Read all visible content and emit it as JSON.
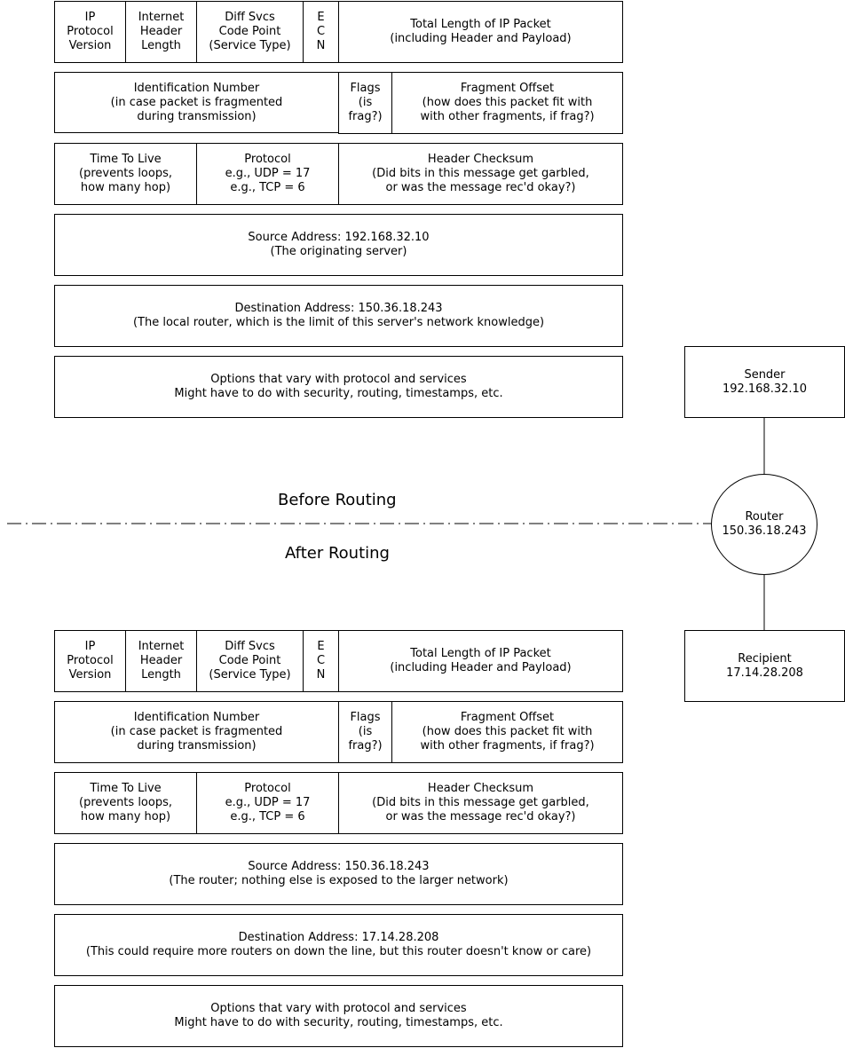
{
  "before_label": "Before Routing",
  "after_label": "After Routing",
  "network": {
    "sender": "Sender\n192.168.32.10",
    "router": "Router\n150.36.18.243",
    "recipient": "Recipient\n17.14.28.208"
  },
  "packet_before": {
    "version": "IP\nProtocol\nVersion",
    "ihl": "Internet\nHeader\nLength",
    "dscp": "Diff Svcs\nCode Point\n(Service Type)",
    "ecn": "E\nC\nN",
    "total_length": "Total Length of IP Packet\n(including Header and Payload)",
    "identification": "Identification Number\n(in case packet is fragmented\nduring transmission)",
    "flags": "Flags\n(is\nfrag?)",
    "fragment_offset": "Fragment Offset\n(how does this packet fit with\nwith other fragments, if frag?)",
    "ttl": "Time To Live\n(prevents loops,\nhow many hop)",
    "protocol": "Protocol\ne.g., UDP = 17\ne.g., TCP = 6",
    "checksum": "Header Checksum\n(Did bits in this message get garbled,\nor was the message rec'd okay?)",
    "source": "Source Address: 192.168.32.10\n(The originating server)",
    "destination": "Destination Address: 150.36.18.243\n(The local router, which is the limit of this server's network knowledge)",
    "options": "Options that vary with protocol and services\nMight have to do with security, routing, timestamps, etc."
  },
  "packet_after": {
    "version": "IP\nProtocol\nVersion",
    "ihl": "Internet\nHeader\nLength",
    "dscp": "Diff Svcs\nCode Point\n(Service Type)",
    "ecn": "E\nC\nN",
    "total_length": "Total Length of IP Packet\n(including Header and Payload)",
    "identification": "Identification Number\n(in case packet is fragmented\nduring transmission)",
    "flags": "Flags\n(is\nfrag?)",
    "fragment_offset": "Fragment Offset\n(how does this packet fit with\nwith other fragments, if frag?)",
    "ttl": "Time To Live\n(prevents loops,\nhow many hop)",
    "protocol": "Protocol\ne.g., UDP = 17\ne.g., TCP = 6",
    "checksum": "Header Checksum\n(Did bits in this message get garbled,\nor was the message rec'd okay?)",
    "source": "Source Address: 150.36.18.243\n(The router; nothing else is exposed to the larger network)",
    "destination": "Destination Address: 17.14.28.208\n(This could require more routers on down the line, but this router doesn't know or care)",
    "options": "Options that vary with protocol and services\nMight have to do with security, routing, timestamps, etc."
  }
}
